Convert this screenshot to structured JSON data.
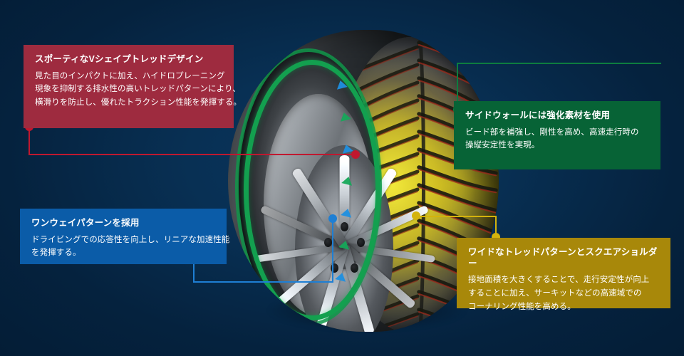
{
  "background": {
    "color": "#062b4d"
  },
  "callouts": [
    {
      "id": "v-shape-tread",
      "accent": "#9e2b3f",
      "heading": "スポーティなVシェイプトレッドデザイン",
      "lines": [
        "見た目のインパクトに加え、ハイドロプレーニング",
        "現象を抑制する排水性の高いトレッドパターンにより、",
        "横滑りを防止し、優れたトラクション性能を発揮する。"
      ]
    },
    {
      "id": "sidewall-material",
      "accent": "#076336",
      "heading": "サイドウォールには強化素材を使用",
      "lines": [
        "ビード部を補強し、剛性を高め、高速走行時の",
        "操縦安定性を実現。"
      ]
    },
    {
      "id": "one-way-pattern",
      "accent": "#1e7fd4",
      "heading": "ワンウェイパターンを採用",
      "lines": [
        "ドライビングでの応答性を向上し、リニアな加速性能",
        "を発揮する。"
      ]
    },
    {
      "id": "wide-tread-square-shoulder",
      "accent": "#d4b30c",
      "heading": "ワイドなトレッドパターンとスクエアショルダー",
      "lines": [
        "接地面積を大きくすることで、走行安定性が向上",
        "することに加え、サーキットなどの高速域での",
        "コーナリング性能を高める。"
      ]
    }
  ],
  "product_image": {
    "name": "performance-tire-cutaway",
    "wheel": "multi-spoke-alloy-wheel",
    "highlight_ring_color": "#13a04f",
    "tread_heatmap_colors": [
      "#f5ec3c",
      "#b9ad1e",
      "#a8301f"
    ]
  }
}
